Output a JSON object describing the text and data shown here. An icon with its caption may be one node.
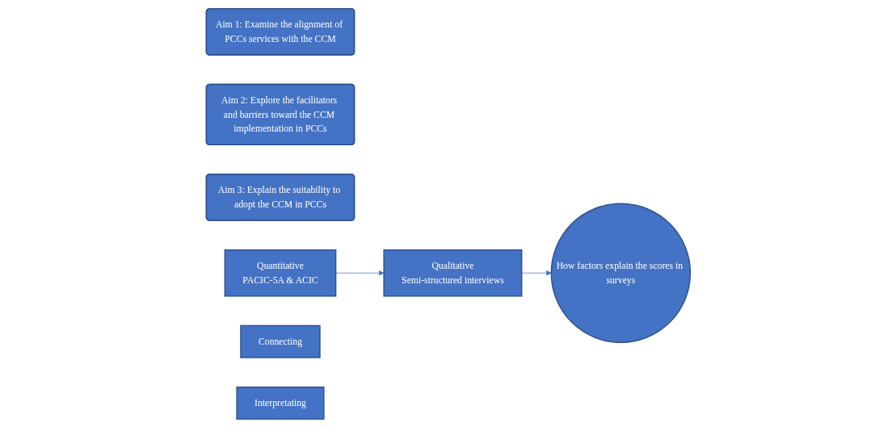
{
  "diagram": {
    "nodes": [
      {
        "text": [
          "Aim 1: Examine the alignment of PCCs services with the CCM"
        ]
      },
      {
        "text": [
          "Aim 2: Explore the facilitators and barriers toward the CCM implementation in PCCs"
        ]
      },
      {
        "text": [
          "Aim 3: Explain the suitability to adopt the CCM in PCCs"
        ]
      },
      {
        "text": [
          "Quantitative",
          "PACIC-5A & ACIC"
        ]
      },
      {
        "text": [
          "Qualitative",
          "Semi-structured interviews"
        ]
      },
      {
        "text": [
          "How factors explain the scores in surveys"
        ]
      },
      {
        "text": [
          "Connecting"
        ]
      },
      {
        "text": [
          "Interpretating"
        ]
      }
    ],
    "edges": [
      {
        "from": 3,
        "to": 4,
        "arrow": "to"
      },
      {
        "from": 4,
        "to": 5,
        "arrow": "to"
      }
    ]
  }
}
